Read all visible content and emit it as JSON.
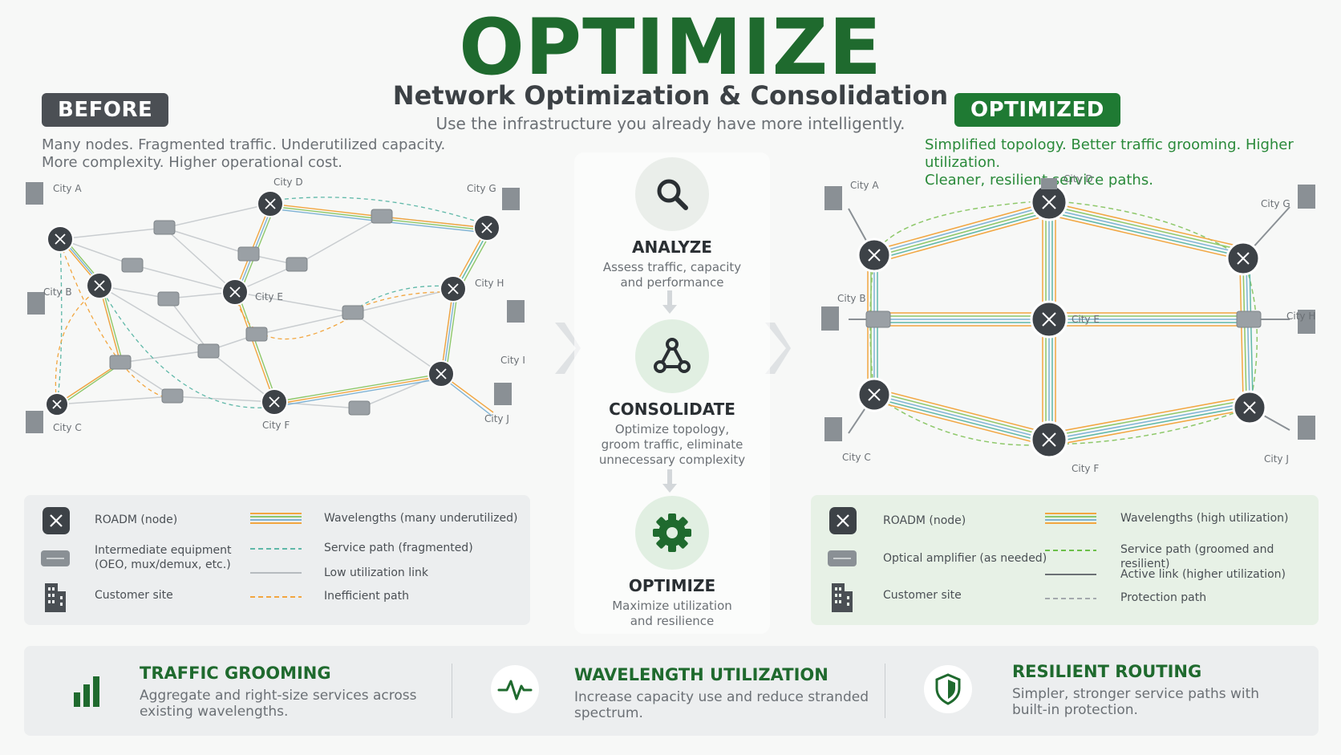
{
  "header": {
    "title": "OPTIMIZE",
    "subtitle": "Network Optimization & Consolidation",
    "tagline": "Use the infrastructure you already have more intelligently."
  },
  "before": {
    "badge": "BEFORE",
    "desc_line1": "Many nodes. Fragmented traffic. Underutilized capacity.",
    "desc_line2": "More complexity. Higher operational cost.",
    "cities": [
      "City A",
      "City B",
      "City C",
      "City D",
      "City E",
      "City F",
      "City G",
      "City H",
      "City I",
      "City J"
    ]
  },
  "optimized": {
    "badge": "OPTIMIZED",
    "desc_line1": "Simplified topology. Better traffic grooming. Higher utilization.",
    "desc_line2": "Cleaner, resilient service paths.",
    "cities": [
      "City A",
      "City B",
      "City C",
      "City D",
      "City E",
      "City F",
      "City G",
      "City H",
      "City J"
    ]
  },
  "steps": [
    {
      "title": "ANALYZE",
      "desc1": "Assess traffic, capacity",
      "desc2": "and performance",
      "icon": "magnifier-icon"
    },
    {
      "title": "CONSOLIDATE",
      "desc1": "Optimize topology,",
      "desc2": "groom traffic, eliminate",
      "desc3": "unnecessary complexity",
      "icon": "network-triangle-icon"
    },
    {
      "title": "OPTIMIZE",
      "desc1": "Maximize utilization",
      "desc2": "and resilience",
      "icon": "gear-icon"
    }
  ],
  "legend_before": {
    "roadm": "ROADM (node)",
    "intermediate1": "Intermediate equipment",
    "intermediate2": "(OEO, mux/demux, etc.)",
    "customer": "Customer site",
    "wavelengths": "Wavelengths (many underutilized)",
    "service_path": "Service path (fragmented)",
    "low_util": "Low utilization link",
    "inefficient": "Inefficient path"
  },
  "legend_opt": {
    "roadm": "ROADM (node)",
    "amplifier": "Optical amplifier (as needed)",
    "customer": "Customer site",
    "wavelengths": "Wavelengths (high utilization)",
    "service_path": "Service path (groomed and resilient)",
    "active_link": "Active link (higher utilization)",
    "protection": "Protection path"
  },
  "features": [
    {
      "title": "TRAFFIC GROOMING",
      "desc1": "Aggregate and right-size services across",
      "desc2": "existing wavelengths.",
      "icon": "bar-chart-icon"
    },
    {
      "title": "WAVELENGTH UTILIZATION",
      "desc1": "Increase capacity use and reduce stranded",
      "desc2": "spectrum.",
      "icon": "pulse-icon"
    },
    {
      "title": "RESILIENT ROUTING",
      "desc1": "Simpler, stronger service paths with",
      "desc2": "built-in protection.",
      "icon": "shield-icon"
    }
  ],
  "colors": {
    "brand_green": "#1f6a2e",
    "badge_dark": "#4b4f54",
    "badge_green": "#1f7a33",
    "node_dark": "#3d4247",
    "wave_orange": "#f2a640",
    "wave_green": "#8ec86a",
    "wave_blue": "#7fb3d5",
    "wave_teal": "#5fb8a8"
  }
}
